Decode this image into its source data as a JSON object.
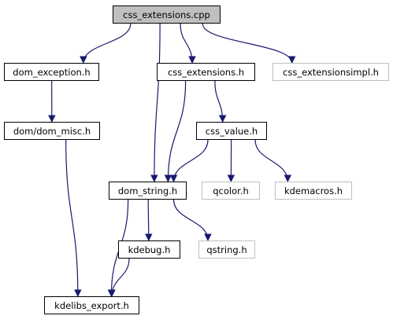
{
  "nodes": {
    "css_extensions_cpp": {
      "label": "css_extensions.cpp",
      "kind": "root"
    },
    "dom_exception_h": {
      "label": "dom_exception.h",
      "kind": "internal"
    },
    "css_extensions_h": {
      "label": "css_extensions.h",
      "kind": "internal"
    },
    "css_extensionsimpl_h": {
      "label": "css_extensionsimpl.h",
      "kind": "external"
    },
    "dom_misc_h": {
      "label": "dom/dom_misc.h",
      "kind": "internal"
    },
    "css_value_h": {
      "label": "css_value.h",
      "kind": "internal"
    },
    "dom_string_h": {
      "label": "dom_string.h",
      "kind": "internal"
    },
    "qcolor_h": {
      "label": "qcolor.h",
      "kind": "external"
    },
    "kdemacros_h": {
      "label": "kdemacros.h",
      "kind": "external"
    },
    "kdebug_h": {
      "label": "kdebug.h",
      "kind": "internal"
    },
    "qstring_h": {
      "label": "qstring.h",
      "kind": "external"
    },
    "kdelibs_export_h": {
      "label": "kdelibs_export.h",
      "kind": "internal"
    }
  },
  "edges": [
    {
      "from": "css_extensions_cpp",
      "to": "dom_exception_h"
    },
    {
      "from": "css_extensions_cpp",
      "to": "css_extensions_h"
    },
    {
      "from": "css_extensions_cpp",
      "to": "css_extensionsimpl_h"
    },
    {
      "from": "css_extensions_cpp",
      "to": "dom_string_h"
    },
    {
      "from": "dom_exception_h",
      "to": "dom_misc_h"
    },
    {
      "from": "dom_misc_h",
      "to": "kdelibs_export_h"
    },
    {
      "from": "css_extensions_h",
      "to": "dom_string_h"
    },
    {
      "from": "css_extensions_h",
      "to": "css_value_h"
    },
    {
      "from": "css_value_h",
      "to": "dom_string_h"
    },
    {
      "from": "css_value_h",
      "to": "qcolor_h"
    },
    {
      "from": "css_value_h",
      "to": "kdemacros_h"
    },
    {
      "from": "dom_string_h",
      "to": "kdebug_h"
    },
    {
      "from": "dom_string_h",
      "to": "qstring_h"
    },
    {
      "from": "dom_string_h",
      "to": "kdelibs_export_h"
    },
    {
      "from": "kdebug_h",
      "to": "kdelibs_export_h"
    }
  ],
  "colors": {
    "edge": "#191970",
    "node_border": "#000000",
    "external_border": "#bfbfbf",
    "root_fill": "#bfbfbf"
  }
}
